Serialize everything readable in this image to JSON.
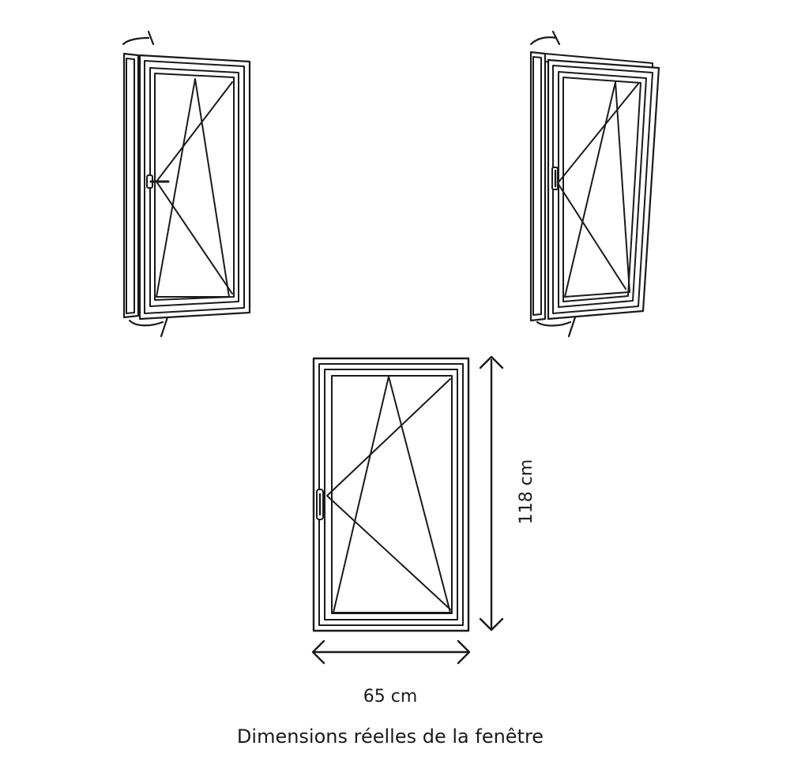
{
  "dimensions": {
    "width_label": "65 cm",
    "height_label": "118 cm"
  },
  "caption": "Dimensions réelles de la fenêtre",
  "colors": {
    "ink": "#1a1a1a",
    "background": "#ffffff"
  },
  "icons": [
    "rotation-arrow-icon",
    "window-handle-icon",
    "double-arrow-icon"
  ]
}
